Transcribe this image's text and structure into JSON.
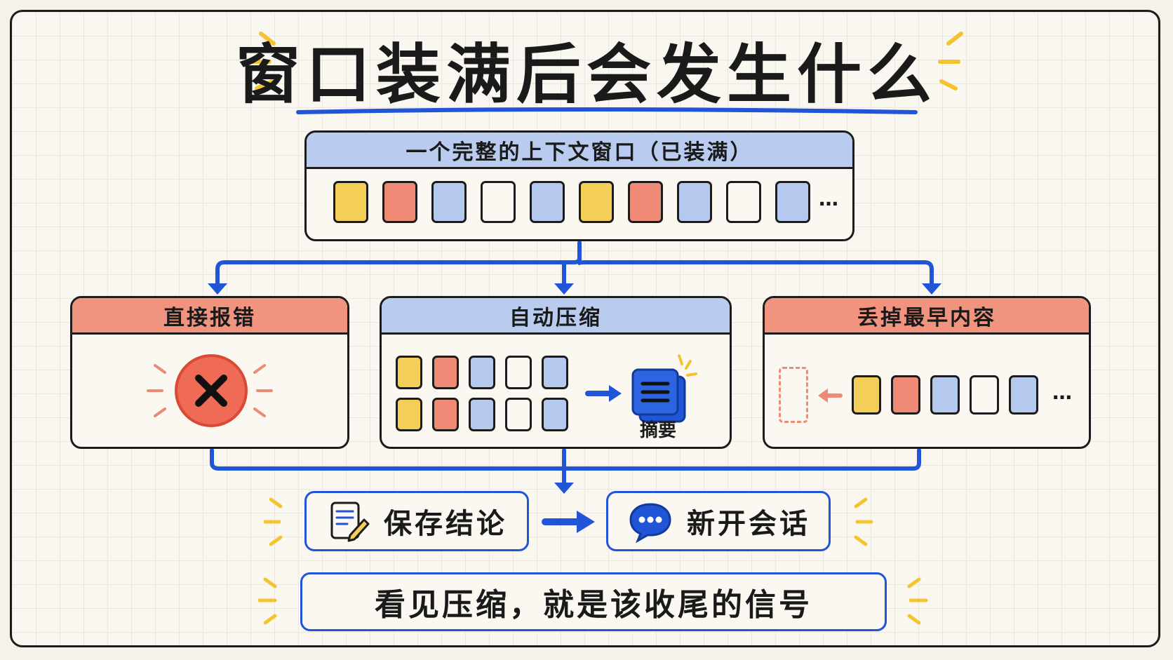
{
  "title": "窗口装满后会发生什么",
  "top_window": {
    "header": "一个完整的上下文窗口（已装满）",
    "tiles": [
      "yellow",
      "red",
      "blue",
      "white",
      "blue",
      "yellow",
      "red",
      "blue",
      "white",
      "blue"
    ],
    "ellipsis": "…"
  },
  "branches": [
    {
      "header": "直接报错",
      "icon": "error-x-icon"
    },
    {
      "header": "自动压缩",
      "summary_label": "摘要",
      "icon": "summary-doc-icon"
    },
    {
      "header": "丢掉最早内容",
      "ellipsis": "…"
    }
  ],
  "actions": {
    "save": "保存结论",
    "new_session": "新开会话"
  },
  "conclusion": "看见压缩，就是该收尾的信号",
  "colors": {
    "yellow": "#f4cf57",
    "red": "#ee8a75",
    "blue": "#b5c9ee",
    "white": "#fbf8f2",
    "accent_blue": "#1f55d6",
    "header_blue": "#b9ccef",
    "header_red": "#f0937f"
  }
}
